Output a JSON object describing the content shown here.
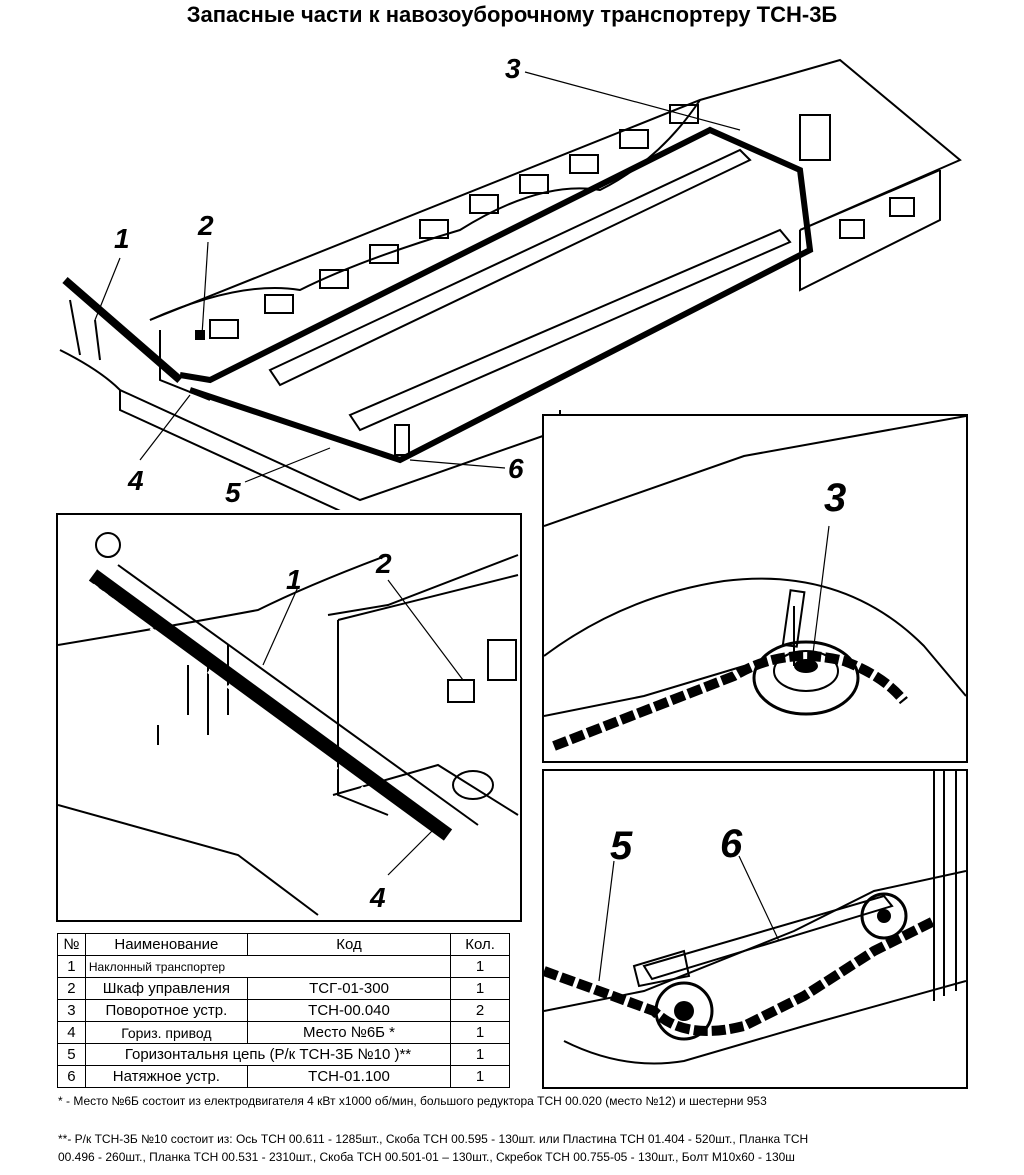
{
  "title": "Запасные части к навозоуборочному транспортеру ТСН-3Б",
  "callouts": {
    "main": [
      "1",
      "2",
      "3",
      "4",
      "5",
      "6"
    ],
    "detail_left": [
      "1",
      "2",
      "4"
    ],
    "detail_right_top": [
      "3"
    ],
    "detail_right_bottom": [
      "5",
      "6"
    ]
  },
  "table": {
    "headers": [
      "№",
      "Наименование",
      "Код",
      "Кол."
    ],
    "rows": [
      {
        "n": "1",
        "name": "Наклонный транспортер",
        "code": "",
        "qty": "1"
      },
      {
        "n": "2",
        "name": "Шкаф управления",
        "code": "ТСГ-01-300",
        "qty": "1"
      },
      {
        "n": "3",
        "name": "Поворотное устр.",
        "code": "ТСН-00.040",
        "qty": "2"
      },
      {
        "n": "4",
        "name": "Гориз. привод",
        "code": "Место №6Б *",
        "qty": "1"
      },
      {
        "n": "5",
        "name": "Горизонтальня цепь (Р/к ТСН-3Б №10 )**",
        "code": "",
        "qty": "1"
      },
      {
        "n": "6",
        "name": "Натяжное устр.",
        "code": "ТСН-01.100",
        "qty": "1"
      }
    ]
  },
  "notes": {
    "star": "* - Место №6Б состоит из електродвигателя 4 кВт x1000 об/мин, большого редуктора ТСН 00.020 (место №12) и шестерни 953",
    "double_star_line1": "**- Р/к ТСН-3Б №10 состоит из: Ось ТСН 00.611 - 1285шт., Скоба ТСН 00.595 - 130шт. или Пластина  ТСН 01.404 - 520шт., Планка ТСН",
    "double_star_line2": "00.496 - 260шт., Планка ТСН 00.531 - 2310шт., Скоба ТСН 00.501-01 – 130шт., Скребок ТСН 00.755-05 - 130шт., Болт М10х60 - 130ш"
  }
}
